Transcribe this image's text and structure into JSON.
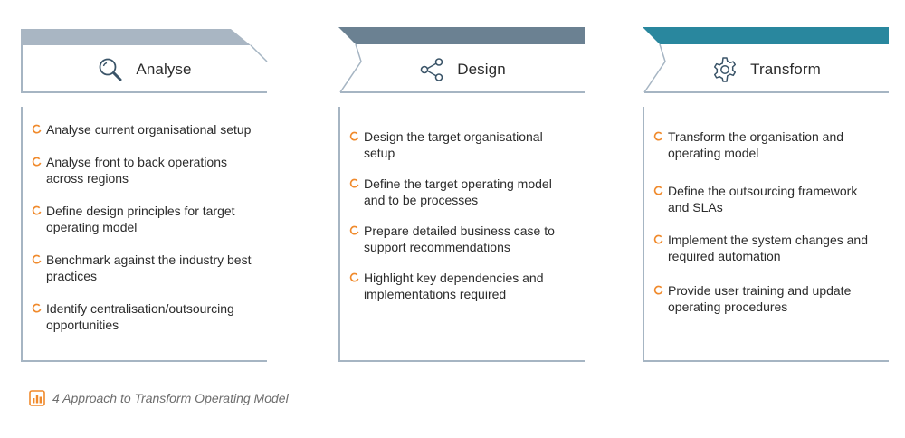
{
  "colors": {
    "analyse_band": "#a9b6c3",
    "design_band": "#6b8192",
    "transform_band": "#29879e",
    "outline": "#a6b5c3",
    "bullet": "#f08a2c"
  },
  "stages": [
    {
      "title": "Analyse",
      "icon": "search-icon",
      "items": [
        "Analyse current organisational setup",
        "Analyse front to back operations across regions",
        "Define design principles for target operating model",
        "Benchmark against the industry best practices",
        "Identify centralisation/outsourcing opportunities"
      ]
    },
    {
      "title": "Design",
      "icon": "share-icon",
      "items": [
        "Design the target organisational setup",
        "Define the target operating model and to be processes",
        "Prepare detailed business case to support recommendations",
        "Highlight key dependencies and implementations required"
      ]
    },
    {
      "title": "Transform",
      "icon": "gear-icon",
      "items": [
        "Transform the organisation and operating model",
        "Define the outsourcing framework and SLAs",
        "Implement the system changes and required automation",
        "Provide user training and update operating procedures"
      ]
    }
  ],
  "caption": {
    "icon": "bar-chart-icon",
    "text": "4 Approach to Transform Operating Model"
  }
}
